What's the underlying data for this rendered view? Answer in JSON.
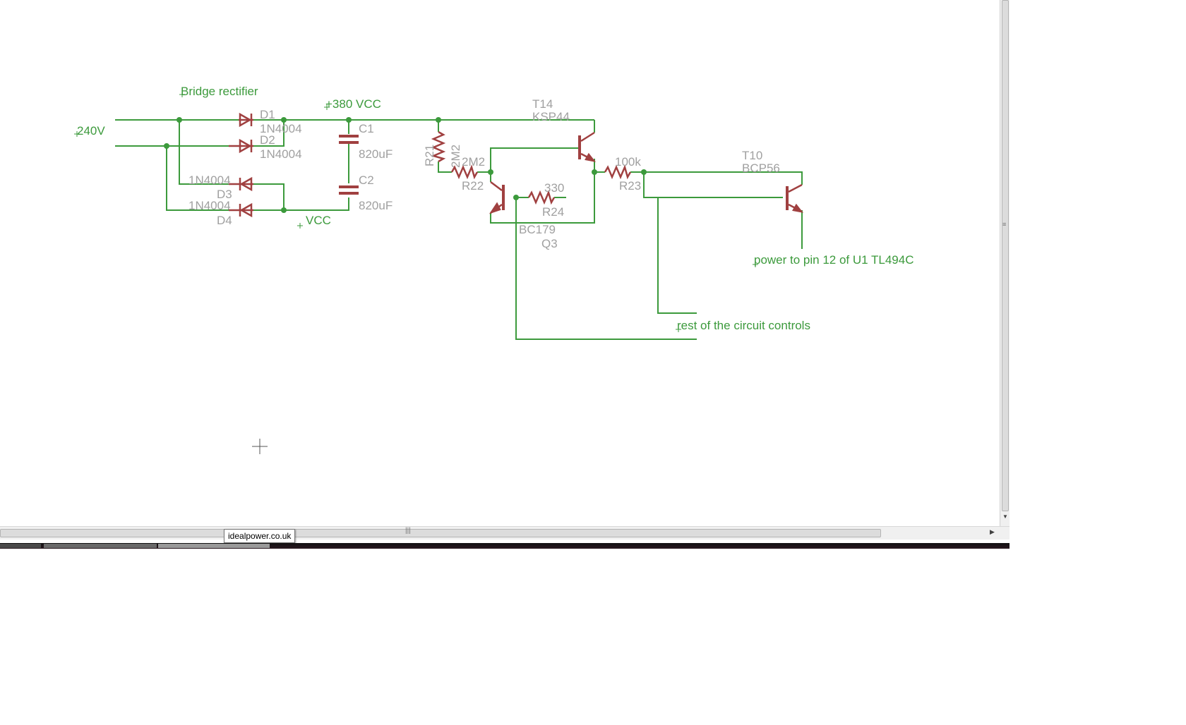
{
  "schematic": {
    "net_labels": {
      "bridge_rectifier": "Bridge rectifier",
      "v240": "240V",
      "plus380": "+380 VCC",
      "vcc": "VCC",
      "power_pin12": "power to pin 12 of U1 TL494C",
      "rest_controls": "rest of the circuit controls"
    },
    "diodes": [
      {
        "name": "D1",
        "value": "1N4004"
      },
      {
        "name": "D2",
        "value": "1N4004"
      },
      {
        "name": "D3",
        "value": "1N4004"
      },
      {
        "name": "D4",
        "value": "1N4004"
      }
    ],
    "capacitors": [
      {
        "name": "C1",
        "value": "820uF"
      },
      {
        "name": "C2",
        "value": "820uF"
      }
    ],
    "resistors": [
      {
        "name": "R21",
        "value": "2M2"
      },
      {
        "name": "R22",
        "value": "2M2"
      },
      {
        "name": "R23",
        "value": "100k"
      },
      {
        "name": "R24",
        "value": "330"
      }
    ],
    "transistors": [
      {
        "name": "T14",
        "value": "KSP44"
      },
      {
        "name": "Q3",
        "value": "BC179"
      },
      {
        "name": "T10",
        "value": "BCP56"
      }
    ],
    "colors": {
      "wire": "#3c9a3c",
      "part": "#a04040",
      "part_text": "#a0a0a0"
    }
  },
  "tooltip": {
    "text": "idealpower.co.uk"
  }
}
